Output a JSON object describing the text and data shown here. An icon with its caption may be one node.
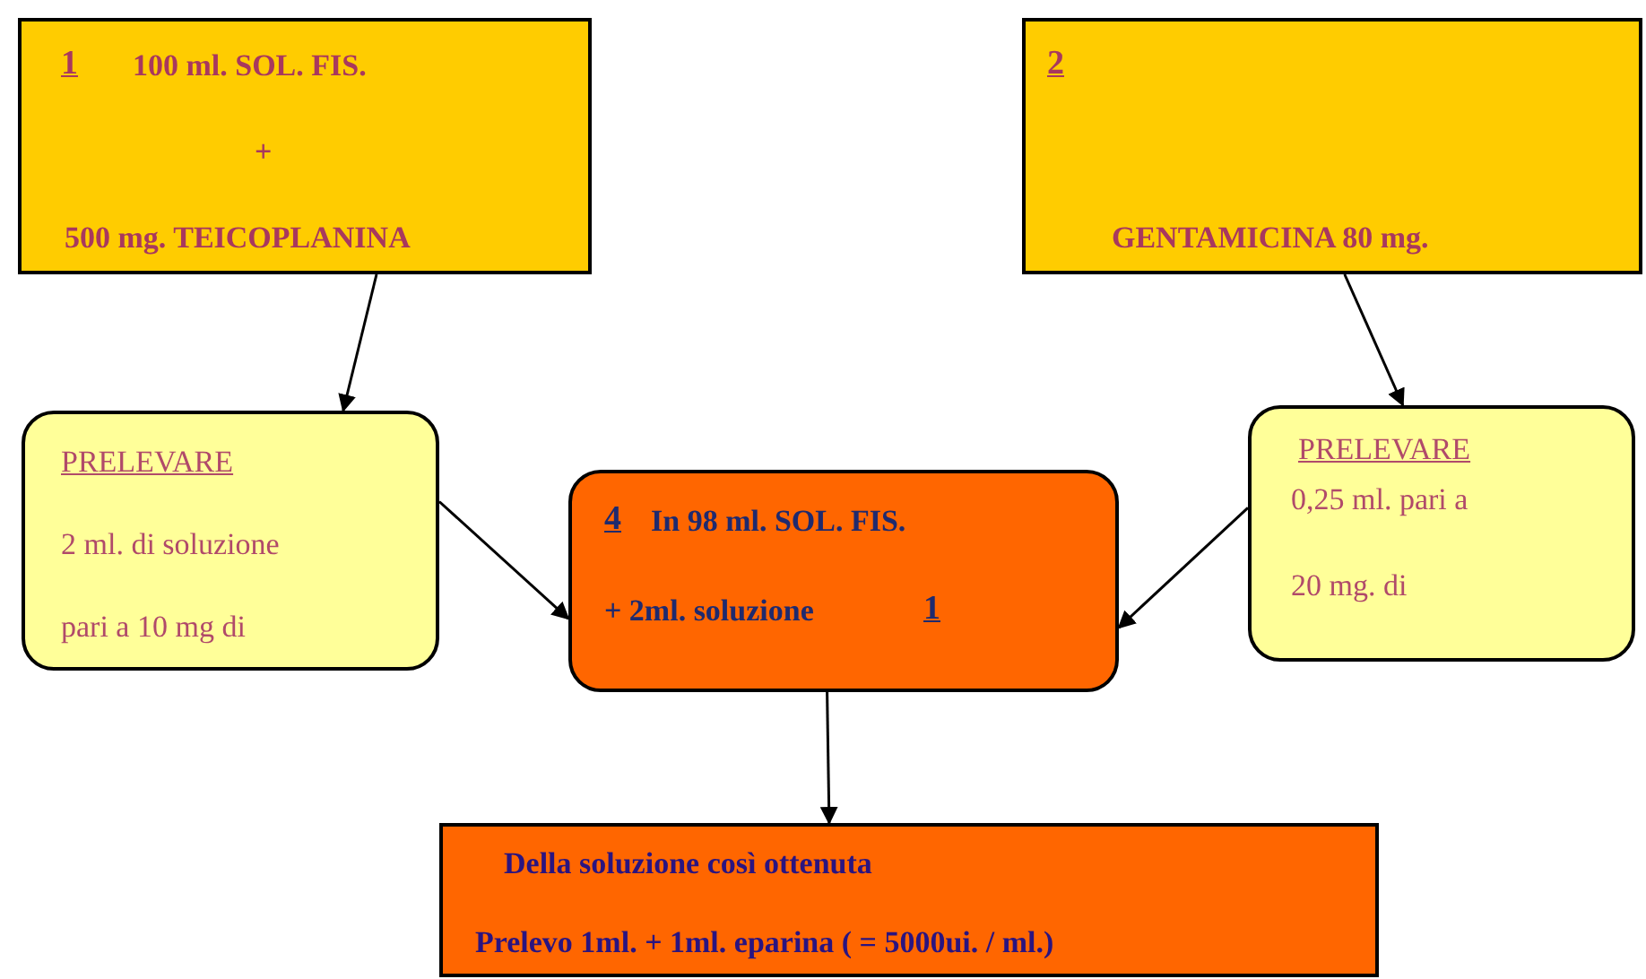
{
  "diagram": {
    "nodes": [
      {
        "text": [
          "1",
          "100 ml. SOL. FIS.",
          "+",
          "500 mg. TEICOPLANINA"
        ]
      },
      {
        "text": [
          "2",
          "GENTAMICINA 80 mg."
        ]
      },
      {
        "text": [
          "PRELEVARE",
          "2 ml. di soluzione",
          "pari a 10 mg di"
        ]
      },
      {
        "text": [
          "PRELEVARE",
          "0,25 ml. pari a",
          "20 mg. di"
        ]
      },
      {
        "text": [
          "4",
          "In 98 ml. SOL. FIS.",
          "+ 2ml. soluzione",
          "1"
        ]
      },
      {
        "text": [
          "Della soluzione così ottenuta",
          "Prelevo 1ml. + 1ml. eparina ( = 5000ui. / ml.)"
        ]
      }
    ],
    "edges": [
      {
        "from": 0,
        "to": 2,
        "arrow": "to"
      },
      {
        "from": 1,
        "to": 3,
        "arrow": "to"
      },
      {
        "from": 2,
        "to": 4,
        "arrow": "to"
      },
      {
        "from": 3,
        "to": 4,
        "arrow": "to"
      },
      {
        "from": 4,
        "to": 5,
        "arrow": "to"
      }
    ]
  }
}
